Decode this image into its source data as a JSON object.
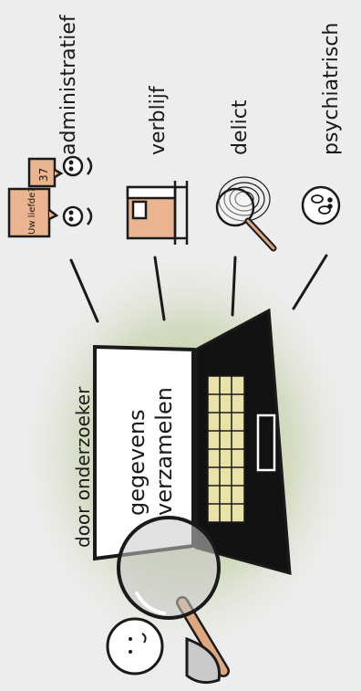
{
  "illustration": {
    "categories": [
      {
        "label": "administratief",
        "icon": "people-with-documents-icon"
      },
      {
        "label": "verblijf",
        "icon": "bed-icon"
      },
      {
        "label": "delict",
        "icon": "fingerprint-magnifier-icon"
      },
      {
        "label": "psychiatrisch",
        "icon": "pill-face-icon"
      }
    ],
    "bubbles": {
      "left": "Uw liefde?",
      "right": "37"
    },
    "researcher_label": "door onderzoeker",
    "screen_text": [
      "gegevens",
      "verzamelen"
    ],
    "colors": {
      "background": "#ededed",
      "glow": "#b9c79a",
      "ink": "#1a1a1a",
      "paper": "#ffffff",
      "keyboard": "#e9e3a8",
      "peach": "#e9b48f",
      "handle": "#e0a77e"
    }
  }
}
